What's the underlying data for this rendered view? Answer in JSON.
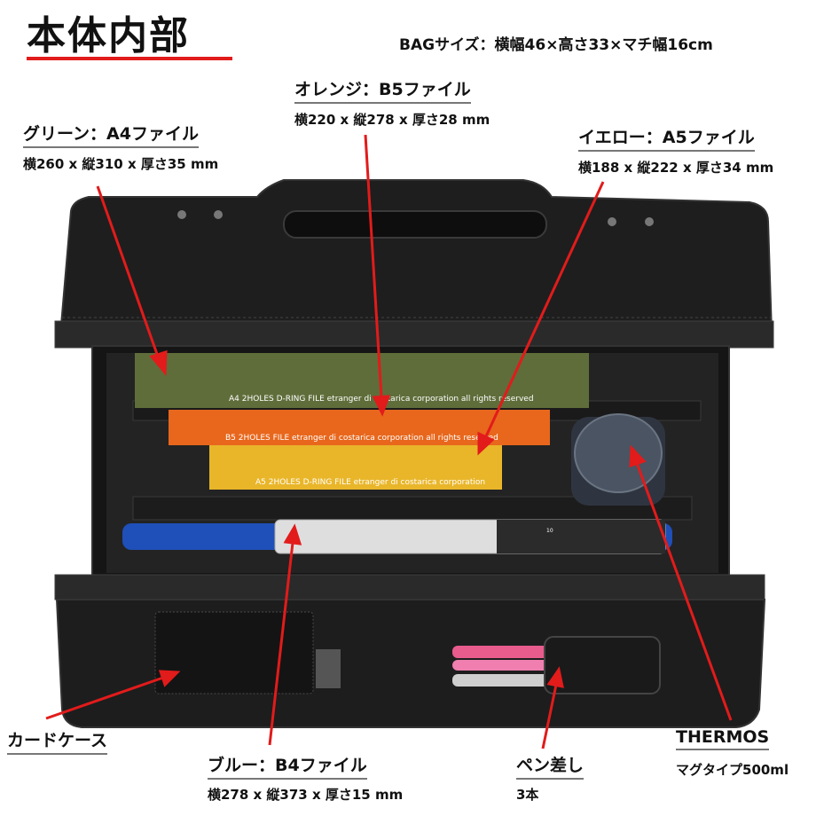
{
  "header": {
    "title": "本体内部",
    "bag_size": "BAGサイズ：横幅46×高さ33×マチ幅16cm"
  },
  "callouts": {
    "orange": {
      "label": "オレンジ：B5ファイル",
      "dims": "横220 x 縦278 x 厚さ28 mm"
    },
    "green": {
      "label": "グリーン：A4ファイル",
      "dims": "横260 x 縦310 x 厚さ35 mm"
    },
    "yellow": {
      "label": "イエロー：A5ファイル",
      "dims": "横188 x 縦222 x 厚さ34 mm"
    },
    "card": {
      "label": "カードケース"
    },
    "blue": {
      "label": "ブルー：B4ファイル",
      "dims": "横278 x 縦373 x 厚さ15 mm"
    },
    "pen": {
      "label": "ペン差し",
      "dims": "3本"
    },
    "thermos": {
      "label": "THERMOS",
      "dims": "マグタイプ500ml"
    }
  },
  "file_prints": {
    "green": "A4 2HOLES D-RING FILE etranger di costarica corporation all rights reserved",
    "orange": "B5 2HOLES FILE etranger di costarica corporation all rights reserved",
    "yellow": "A5 2HOLES D-RING FILE etranger di costarica corporation"
  },
  "colors": {
    "accent_red": "#e21b1b",
    "bag_black": "#1b1b1b",
    "green_file": "#5f6d3a",
    "orange_file": "#e8671c",
    "yellow_file": "#e9b62a",
    "blue_file": "#1f4fb8"
  }
}
